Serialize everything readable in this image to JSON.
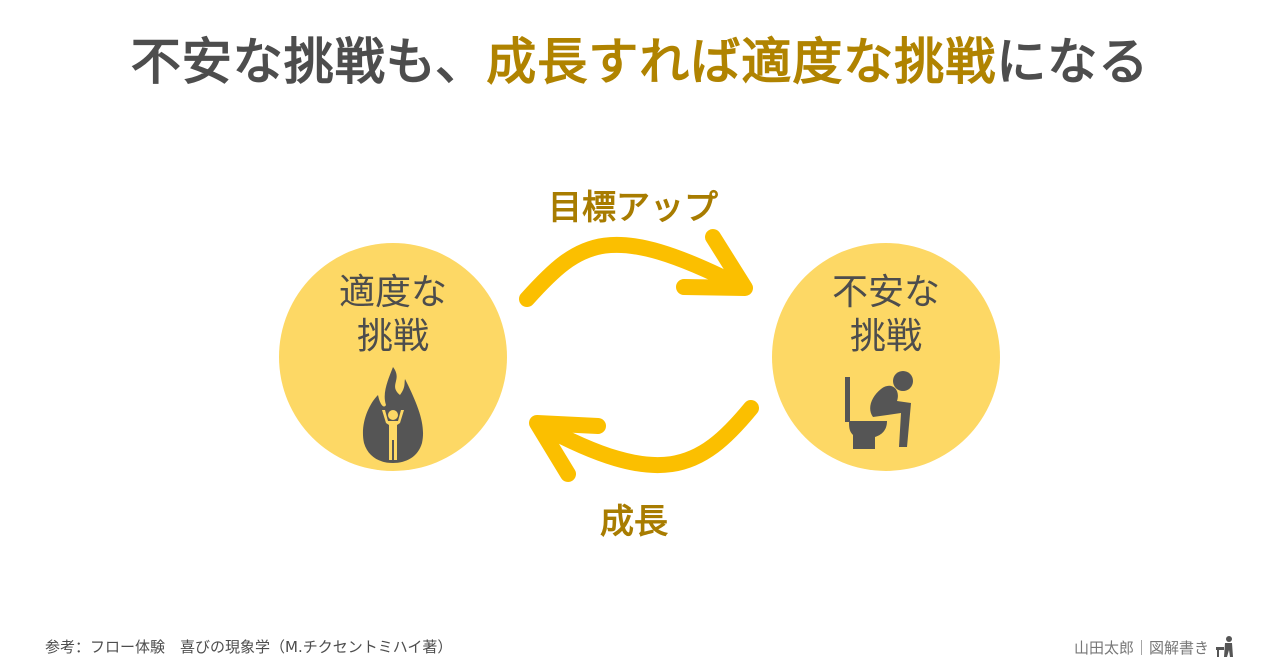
{
  "title": {
    "part1": "不安な挑戦も、",
    "part2": "成長すれば適度な挑戦",
    "part3": "になる"
  },
  "nodes": {
    "left": {
      "line1": "適度な",
      "line2": "挑戦"
    },
    "right": {
      "line1": "不安な",
      "line2": "挑戦"
    }
  },
  "arrows": {
    "top_label": "目標アップ",
    "bottom_label": "成長"
  },
  "footer": {
    "reference": "参考：フロー体験　喜びの現象学（M.チクセントミハイ著）",
    "author": "山田太郎｜図解書き"
  },
  "colors": {
    "accent": "#b08300",
    "circle": "#fdd865",
    "arrow": "#fbbf00",
    "text": "#4d4d4d"
  }
}
